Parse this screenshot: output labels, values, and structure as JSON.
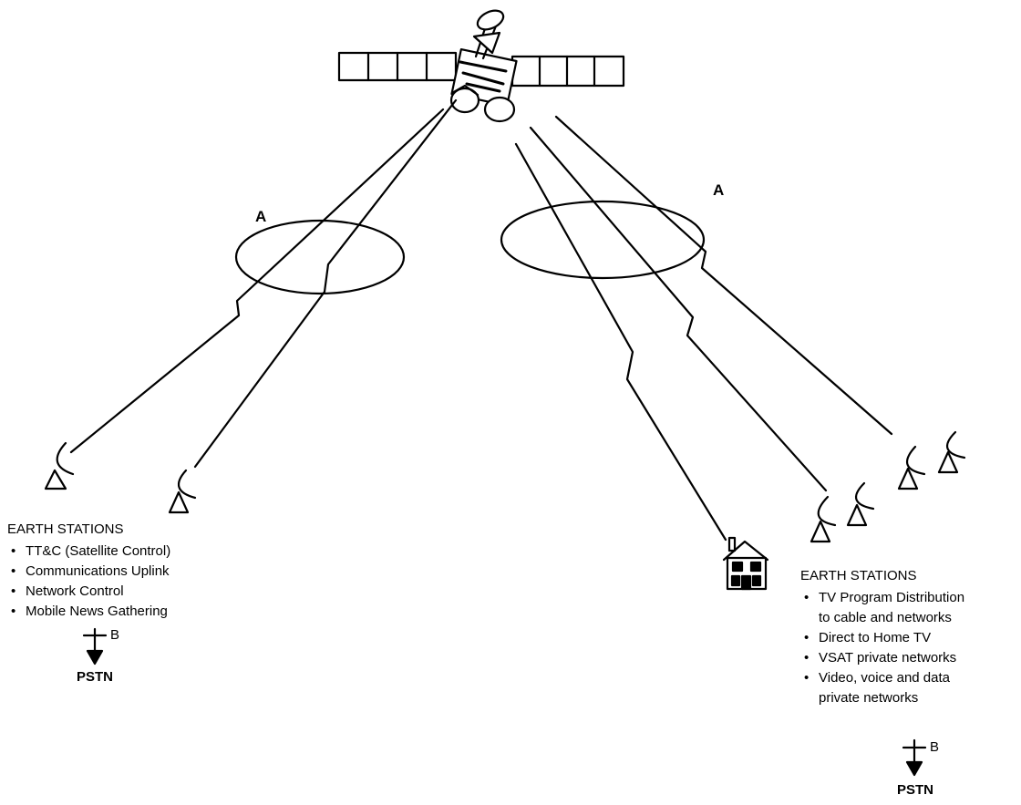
{
  "coverage_labels": [
    "A",
    "A"
  ],
  "left_stations": {
    "heading": "EARTH STATIONS",
    "items": [
      "TT&C (Satellite Control)",
      "Communications Uplink",
      "Network Control",
      "Mobile News Gathering"
    ],
    "connection_label": "B",
    "network": "PSTN"
  },
  "right_stations": {
    "heading": "EARTH STATIONS",
    "items": [
      "TV Program Distribution",
      "to cable and networks",
      "Direct to Home TV",
      "VSAT private networks",
      "Video, voice and data",
      "private networks"
    ],
    "connection_label": "B",
    "network": "PSTN"
  }
}
